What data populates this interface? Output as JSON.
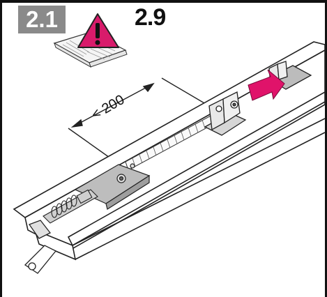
{
  "step": {
    "number": "2.1"
  },
  "manual_reference": {
    "number": "2.9"
  },
  "dimension": {
    "label": "< 200"
  },
  "colors": {
    "warning": "#d81b6b",
    "arrow": "#e0136a",
    "badge": "#8a8a8a",
    "rail": "#222222"
  },
  "icons": [
    "warning-triangle-icon",
    "open-book-icon",
    "push-arrow-icon"
  ]
}
